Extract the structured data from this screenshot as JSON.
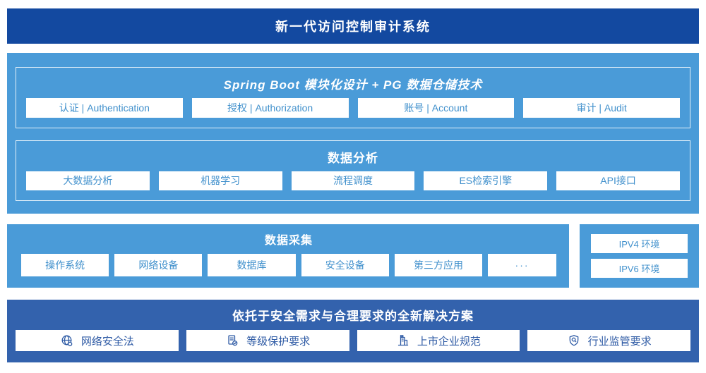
{
  "header": {
    "title": "新一代访问控制审计系统"
  },
  "platform": {
    "modules": {
      "title": "Spring Boot 模块化设计 + PG 数据仓储技术",
      "items": [
        {
          "label": "认证 | Authentication"
        },
        {
          "label": "授权 | Authorization"
        },
        {
          "label": "账号 | Account"
        },
        {
          "label": "审计 | Audit"
        }
      ]
    },
    "analysis": {
      "title": "数据分析",
      "items": [
        {
          "label": "大数据分析"
        },
        {
          "label": "机器学习"
        },
        {
          "label": "流程调度"
        },
        {
          "label": "ES检索引擎"
        },
        {
          "label": "API接口"
        }
      ]
    }
  },
  "collection": {
    "title": "数据采集",
    "items": [
      {
        "label": "操作系统"
      },
      {
        "label": "网络设备"
      },
      {
        "label": "数据库"
      },
      {
        "label": "安全设备"
      },
      {
        "label": "第三方应用"
      },
      {
        "label": "···"
      }
    ]
  },
  "environments": {
    "items": [
      {
        "label": "IPV4 环境"
      },
      {
        "label": "IPV6 环境"
      }
    ]
  },
  "solution": {
    "title": "依托于安全需求与合理要求的全新解决方案",
    "items": [
      {
        "label": "网络安全法",
        "icon": "globe-icon"
      },
      {
        "label": "等级保护要求",
        "icon": "document-check-icon"
      },
      {
        "label": "上市企业规范",
        "icon": "building-icon"
      },
      {
        "label": "行业监管要求",
        "icon": "shield-search-icon"
      }
    ]
  },
  "colors": {
    "header_bg": "#1349A0",
    "section_light_bg": "#4A9BD8",
    "solution_bg": "#3362AD",
    "chip_text_light": "#4090CC",
    "chip_text_dark": "#2F5BA5",
    "border_white": "rgba(255,255,255,0.85)"
  }
}
